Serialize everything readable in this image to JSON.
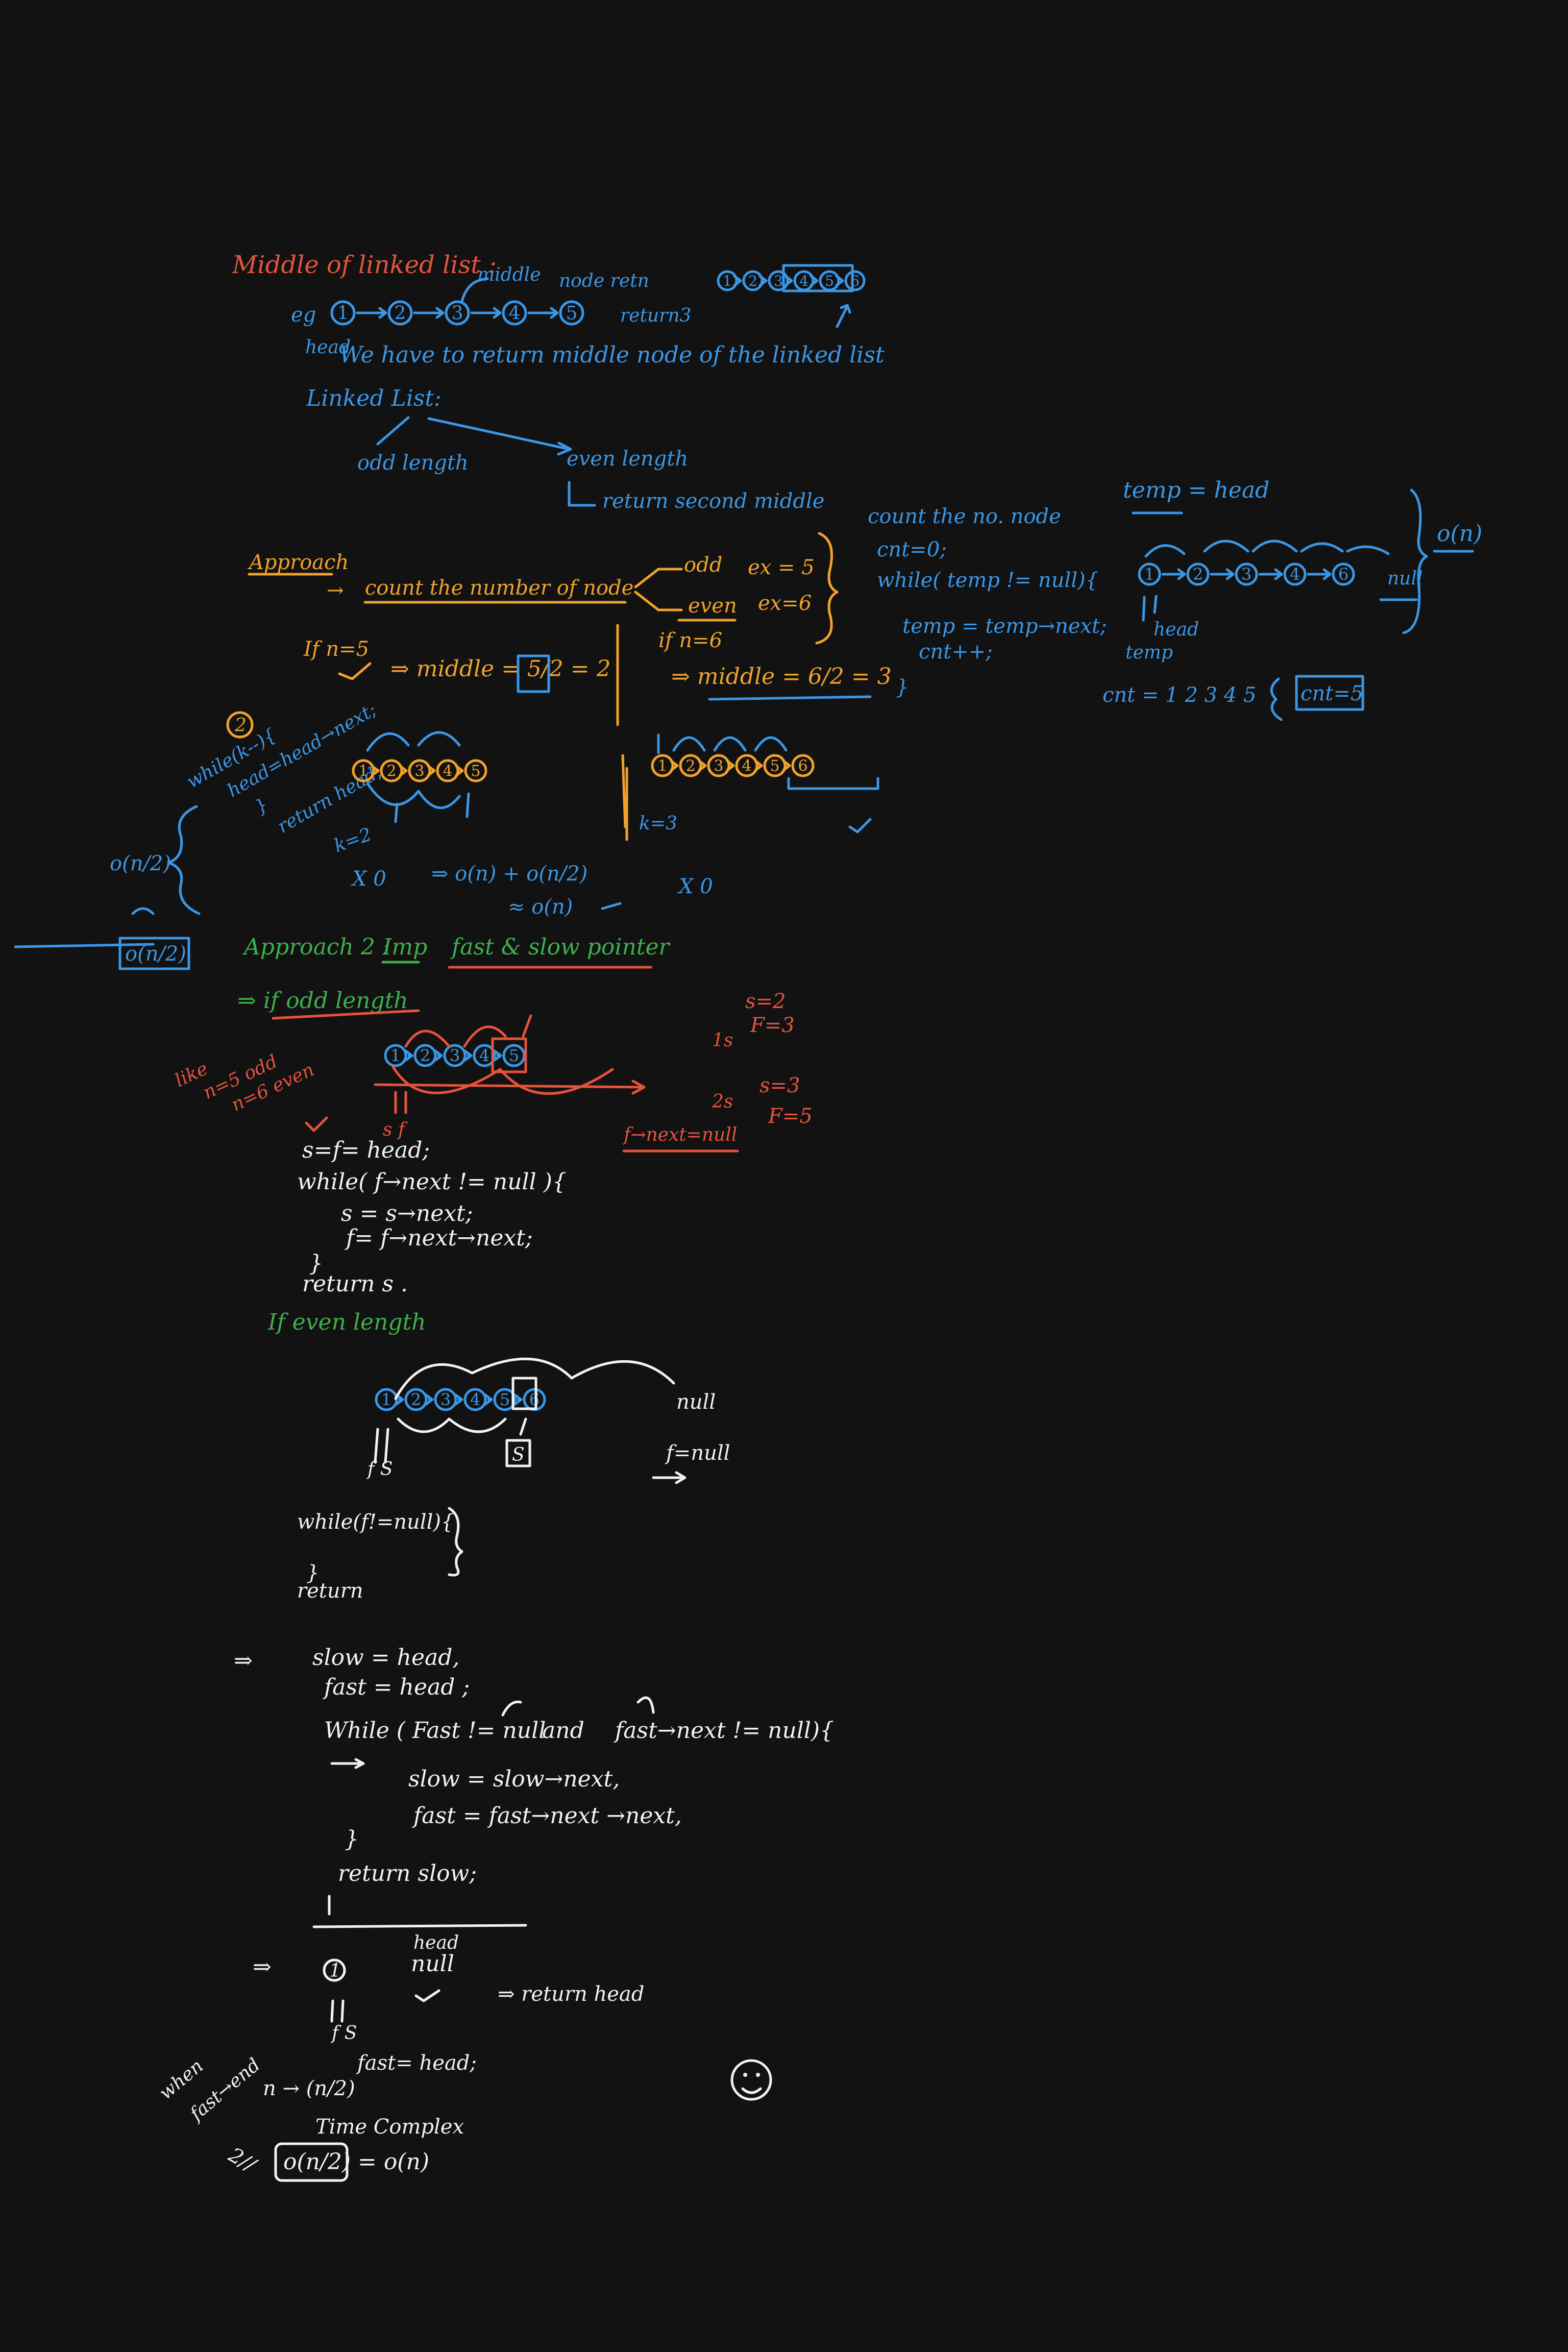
{
  "colors": {
    "background": "#121212",
    "red": "#e5533d",
    "blue": "#3a97e6",
    "orange": "#f1a22b",
    "green": "#3cb04c",
    "white": "#f2f2f2"
  },
  "title": "Middle of linked list :",
  "intro": {
    "eg": "eg",
    "middle_note": "middle",
    "node_return": "node retn",
    "return3": "return3",
    "head": "head",
    "statement": "We have to return middle node of the linked list",
    "linked_list": "Linked List:",
    "odd_length": "odd length",
    "even_length": "even length",
    "return_second": "return second middle"
  },
  "approach1": {
    "label": "Approach",
    "arrow": "→",
    "count": "count the number of node",
    "odd": "odd",
    "even": "even",
    "ex5": "ex = 5",
    "ex6": "ex=6",
    "if_n5": "If n=5",
    "middle_5": "⇒ middle = 5/2 = 2",
    "if_n6": "if n=6",
    "middle_6": "⇒ middle = 6/2 = 3",
    "circle_2": "2",
    "while_k": "while(k--){",
    "head_next": "head=head→next;",
    "close": "}",
    "return_head": "return head;",
    "k2_left": "k=2",
    "k3": "k=3",
    "x0": "X 0",
    "complexity": "⇒ o(n) + o(n/2)",
    "approx": "≈ o(n)",
    "on2_left": "o(n/2)",
    "on2_box": "o(n/2)"
  },
  "count_code": {
    "heading": "count the no. node",
    "l1": "cnt=0;",
    "l2": "while( temp != null){",
    "l3": "temp = temp→next;",
    "l4": "cnt++;",
    "l5": "}",
    "temp_head": "temp = head",
    "on": "o(n)",
    "null": "null",
    "head": "head",
    "temp": "temp",
    "cnt_seq": "cnt = 1 2 3 4 5",
    "cnt_box": "cnt=5"
  },
  "approach2": {
    "label": "Approach 2 :",
    "imp": "Imp",
    "name": "fast & slow pointer",
    "odd": "⇒ if odd length",
    "side1": "like",
    "side2": "n=5 odd",
    "side3": "n=6 even",
    "s2": "s=2",
    "f3": "F=3",
    "1s": "1s",
    "2s": "2s",
    "s3": "s=3",
    "f5": "F=5",
    "sf": "s f",
    "fnext": "f→next=null",
    "code1": "s=f= head;",
    "code2": "while( f→next != null ){",
    "code3": "s = s→next;",
    "code4": "f= f→next→next;",
    "code5": "}",
    "code6": "return s .",
    "even": "If even length",
    "null": "null",
    "s_box": "S",
    "f_null": "f=null",
    "fs": "f S",
    "while_f": "while(f!=null){",
    "return": "return"
  },
  "final": {
    "arrow": "⇒",
    "l1": "slow = head,",
    "l2": "fast = head ;",
    "l3a": "While ( Fast != null",
    "l3b": "and",
    "l3c": "fast→next != null){",
    "l4": "slow = slow→next,",
    "l5": "fast = fast→next →next,",
    "l6": "}",
    "l7": "return slow;",
    "one": "1",
    "head": "head",
    "null": "null",
    "ret_head": "⇒ return head",
    "fs": "f S",
    "fast_head": "fast= head;",
    "side_when": "when",
    "side_fast": "fast→end",
    "n_n2": "n → (n/2)",
    "tc": "Time Complex",
    "eq": "2//",
    "result": "o(n/2) = o(n)",
    "smile": "☺"
  },
  "lists": {
    "top": [
      "1",
      "2",
      "3",
      "4",
      "5"
    ],
    "top_right": [
      "1",
      "2",
      "3",
      "4",
      "5",
      "6"
    ],
    "orange5": [
      "1",
      "2",
      "3",
      "4",
      "5"
    ],
    "orange6": [
      "1",
      "2",
      "3",
      "4",
      "5",
      "6"
    ],
    "count": [
      "1",
      "2",
      "3",
      "4",
      "6"
    ],
    "odd": [
      "1",
      "2",
      "3",
      "4",
      "5"
    ],
    "even": [
      "1",
      "2",
      "3",
      "4",
      "5",
      "6"
    ]
  }
}
